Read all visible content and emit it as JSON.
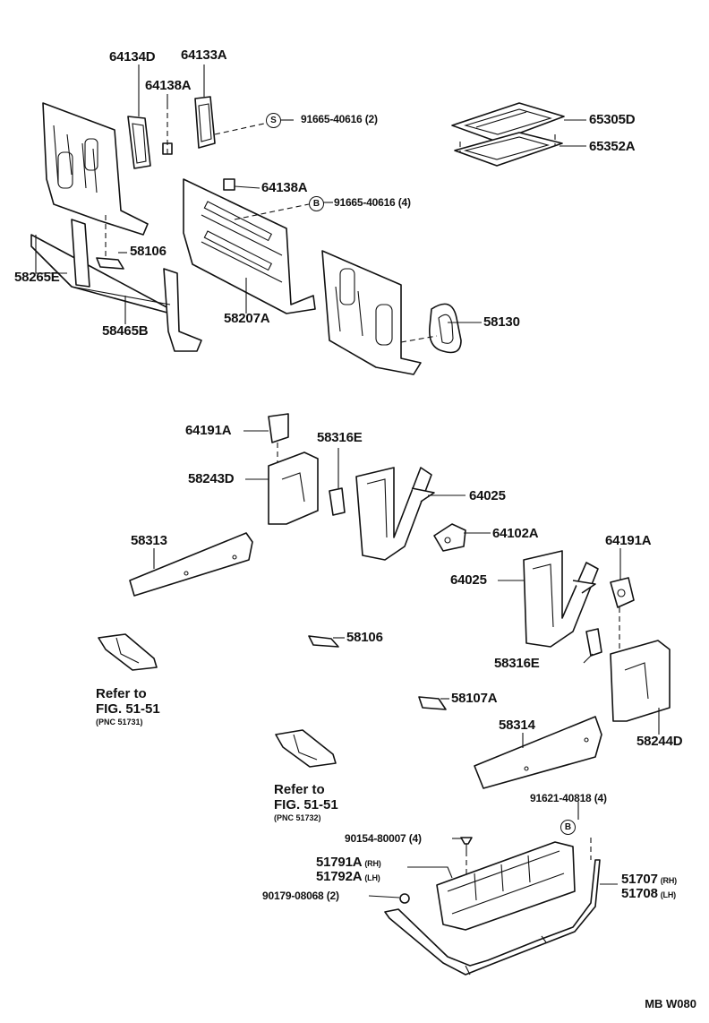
{
  "parts": {
    "p64134D": "64134D",
    "p64133A": "64133A",
    "p64138A_top": "64138A",
    "p91665_2": "91665-40616",
    "p91665_2_qty": "(2)",
    "p65305D": "65305D",
    "p65352A": "65352A",
    "p64138A_mid": "64138A",
    "p91665_4": "91665-40616",
    "p91665_4_qty": "(4)",
    "p58106_top": "58106",
    "p58265E": "58265E",
    "p58465B": "58465B",
    "p58207A": "58207A",
    "p58130": "58130",
    "p64191A_left": "64191A",
    "p58316E_top": "58316E",
    "p58243D": "58243D",
    "p64025_top": "64025",
    "p58313": "58313",
    "p64102A": "64102A",
    "p64191A_right": "64191A",
    "p64025_right": "64025",
    "p58106_mid": "58106",
    "p58316E_right": "58316E",
    "p58107A": "58107A",
    "p58314": "58314",
    "p58244D": "58244D",
    "p91621": "91621-40818",
    "p91621_qty": "(4)",
    "p90154": "90154-80007",
    "p90154_qty": "(4)",
    "p51791A": "51791A",
    "p51791A_side": "(RH)",
    "p51792A": "51792A",
    "p51792A_side": "(LH)",
    "p51707": "51707",
    "p51707_side": "(RH)",
    "p51708": "51708",
    "p51708_side": "(LH)",
    "p90179": "90179-08068",
    "p90179_qty": "(2)"
  },
  "symbols": {
    "s_top": "S",
    "b_mid": "B",
    "b_bottom": "B"
  },
  "refs": {
    "ref1_line1": "Refer to",
    "ref1_line2": "FIG. 51-51",
    "ref1_pnc": "(PNC 51731)",
    "ref2_line1": "Refer to",
    "ref2_line2": "FIG. 51-51",
    "ref2_pnc": "(PNC 51732)"
  },
  "diagram_code": "MB  W080"
}
